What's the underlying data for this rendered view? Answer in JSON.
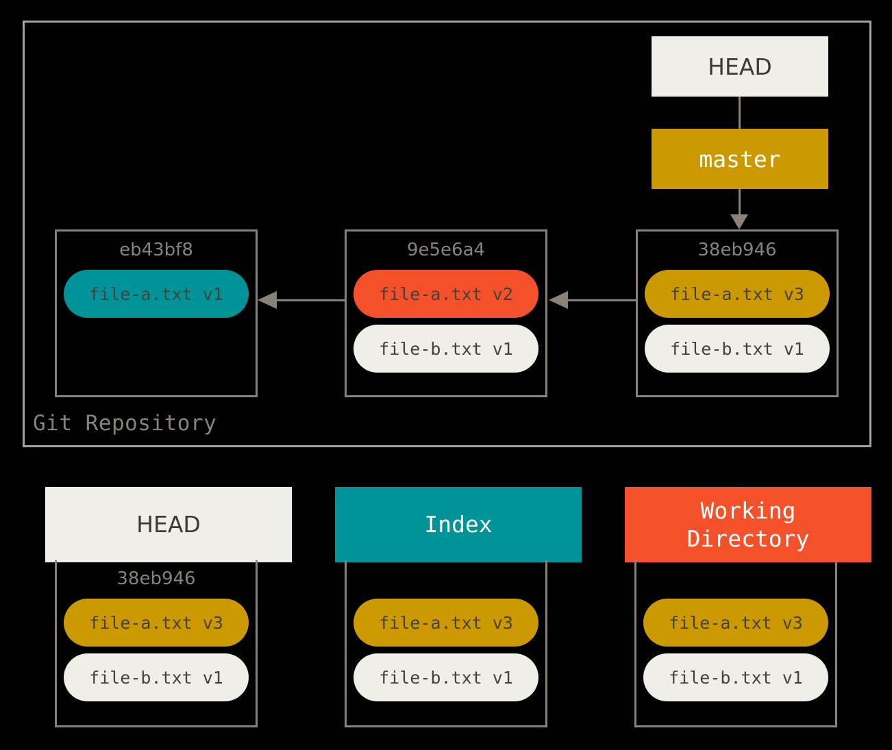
{
  "diagram": {
    "title": "Git Repository / HEAD / Index / Working Directory states",
    "repository_label": "Git Repository",
    "colors": {
      "background": "#000000",
      "border_gray": "#8a8279",
      "frame_gray": "#a8a29a",
      "cream": "#efefe7",
      "teal": "#009499",
      "red": "#f4502a",
      "gold": "#cc9a00",
      "text_dark": "#45423d",
      "text_white": "#ffffff"
    }
  },
  "refs": {
    "head_label": "HEAD",
    "branch_label": "master"
  },
  "commits": [
    {
      "id": "eb43bf8",
      "blobs": [
        {
          "label": "file-a.txt v1",
          "color": "teal"
        }
      ]
    },
    {
      "id": "9e5e6a4",
      "blobs": [
        {
          "label": "file-a.txt v2",
          "color": "red"
        },
        {
          "label": "file-b.txt v1",
          "color": "cream"
        }
      ]
    },
    {
      "id": "38eb946",
      "blobs": [
        {
          "label": "file-a.txt v3",
          "color": "gold"
        },
        {
          "label": "file-b.txt v1",
          "color": "cream"
        }
      ]
    }
  ],
  "areas": [
    {
      "header": "HEAD",
      "header_color": "cream",
      "commit_id": "38eb946",
      "blobs": [
        {
          "label": "file-a.txt v3",
          "color": "gold"
        },
        {
          "label": "file-b.txt v1",
          "color": "cream"
        }
      ]
    },
    {
      "header": "Index",
      "header_color": "teal",
      "commit_id": "",
      "blobs": [
        {
          "label": "file-a.txt v3",
          "color": "gold"
        },
        {
          "label": "file-b.txt v1",
          "color": "cream"
        }
      ]
    },
    {
      "header": "Working\nDirectory",
      "header_color": "red",
      "commit_id": "",
      "blobs": [
        {
          "label": "file-a.txt v3",
          "color": "gold"
        },
        {
          "label": "file-b.txt v1",
          "color": "cream"
        }
      ]
    }
  ]
}
